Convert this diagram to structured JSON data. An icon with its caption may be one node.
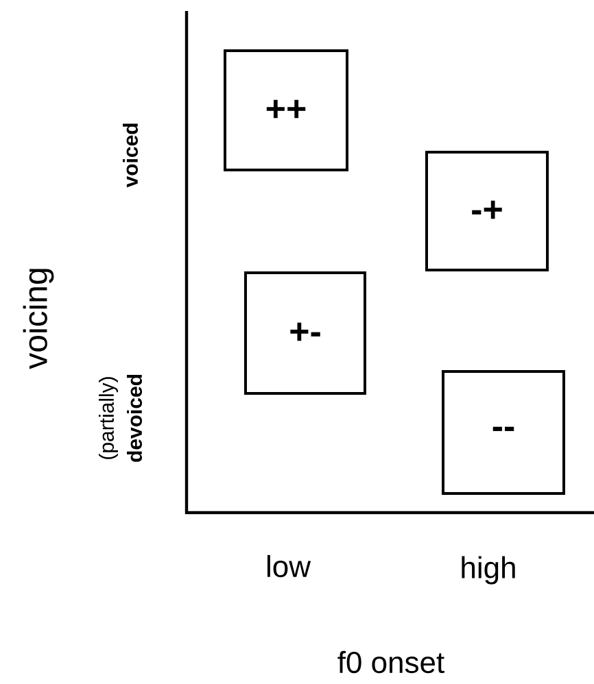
{
  "diagram": {
    "nodes": [
      {
        "text": [
          "++"
        ]
      },
      {
        "text": [
          "-+"
        ]
      },
      {
        "text": [
          "+-"
        ]
      },
      {
        "text": [
          "--"
        ]
      }
    ],
    "labels": [
      "voicing",
      "voiced",
      "(partially)",
      "devoiced",
      "low",
      "high",
      "f0 onset"
    ]
  }
}
